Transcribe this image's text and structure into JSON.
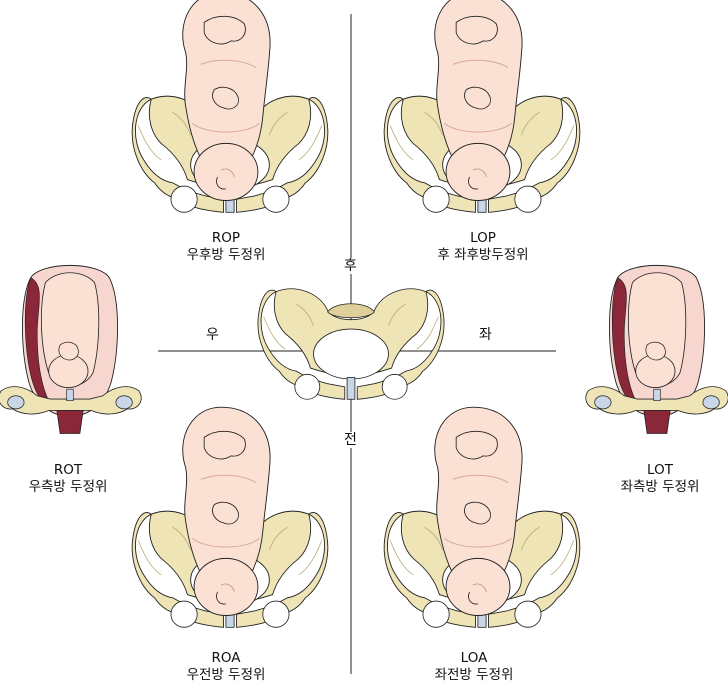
{
  "directions": {
    "posterior": "후",
    "anterior": "전",
    "right": "우",
    "left": "좌"
  },
  "positions": [
    {
      "code": "ROP",
      "name": "우후방 두정위"
    },
    {
      "code": "LOP",
      "name": "후 좌후방두정위"
    },
    {
      "code": "ROT",
      "name": "우측방 두정위"
    },
    {
      "code": "LOT",
      "name": "좌측방 두정위"
    },
    {
      "code": "ROA",
      "name": "우전방 두정위"
    },
    {
      "code": "LOA",
      "name": "좌전방 두정위"
    }
  ],
  "colors": {
    "bone": "#efe4b6",
    "bone_shade": "#ddd09a",
    "skin": "#fbe1d4",
    "skin_shade": "#f3c9b7",
    "uterus": "#f6d6cf",
    "uterus_wall": "#8a2738",
    "line": "#222222",
    "joint": "#c8d6e8"
  }
}
